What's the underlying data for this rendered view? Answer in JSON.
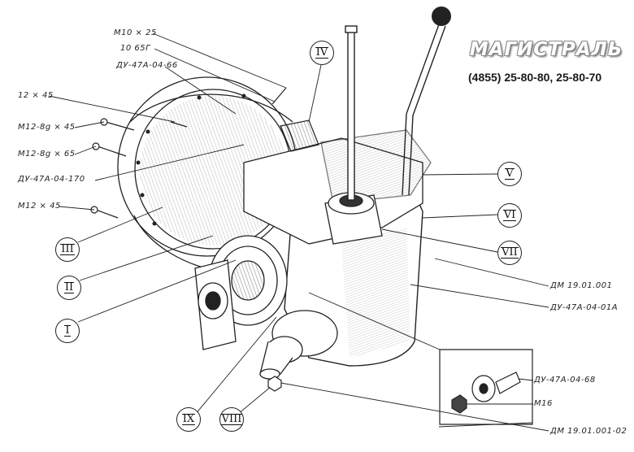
{
  "logo": {
    "text": "МАГИСТРАЛЬ"
  },
  "contact": {
    "phone": "(4855) 25-80-80, 25-80-70"
  },
  "labels": {
    "m10x25": "М10 × 25",
    "w10_65g": "10 65Г",
    "du_47a_04_66": "ДУ-47А-04-66",
    "s12x45": "12 × 45",
    "m12_8g_45": "М12-8g × 45",
    "m12_8g_65": "М12-8g × 65",
    "du_47a_04_170": "ДУ-47А-04-170",
    "m12x45": "М12 × 45",
    "dm_19_01_001": "ДМ 19.01.001",
    "du_47a_04_01a": "ДУ-47А-04-01А",
    "du_47a_04_68": "ДУ-47А-04-68",
    "m16": "М16",
    "dm_19_01_001_02": "ДМ 19.01.001-02"
  },
  "callouts": {
    "I": "I",
    "II": "II",
    "III": "III",
    "IV": "IV",
    "V": "V",
    "VI": "VI",
    "VII": "VII",
    "VIII": "VIII",
    "IX": "IX"
  },
  "colors": {
    "ink": "#222222",
    "paper": "#ffffff",
    "logo_shadow": "#8a8a8a"
  },
  "icons": {
    "logo": "magistral-logo"
  }
}
